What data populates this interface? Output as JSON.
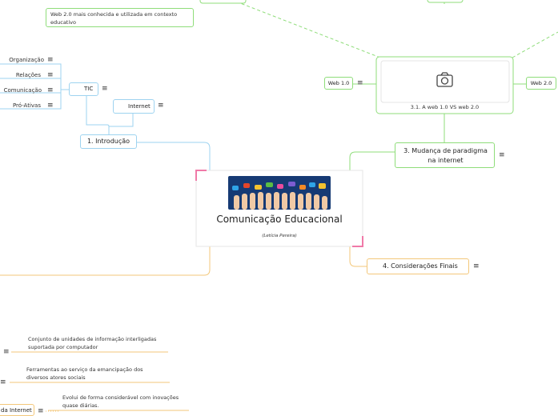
{
  "central": {
    "title": "Comunicação Educacional",
    "subtitle": "(Letícia Pereira)",
    "image_icon": "speech-bubbles-fingers-image"
  },
  "intro": {
    "title": "1. Introdução",
    "tic": {
      "label": "TIC",
      "icon": "monitor-icon"
    },
    "internet": {
      "label": "Internet",
      "icon": "mouse-icon"
    },
    "tic_children": [
      "Organização",
      "Relações",
      "Comunicação",
      "Pró-Ativas"
    ]
  },
  "web": {
    "node_label": "3.1. A web 1.0 VS web 2.0",
    "image_icon": "camera-icon",
    "web10": "Web 1.0",
    "web20": "Web 2.0",
    "note": "Web 2.0 mais conhecida e utilizada em contexto educativo"
  },
  "paradigm": {
    "title": "3. Mudança de paradigma na internet"
  },
  "final": {
    "title": "4. Considerações Finais",
    "icon": "pencil-icon"
  },
  "bottom": {
    "note1": "Conjunto de unidades de informação interligadas suportada por computador",
    "note2": "Ferramentas ao serviço da emancipação dos diversos atores sociais",
    "note3": "Evolui de forma considerável com inovações quase diárias.",
    "partial_node": "da Internet"
  },
  "colors": {
    "blue": "#9ed3f0",
    "green": "#8fdd7a",
    "orange": "#f3c77a",
    "pink": "#f07aa8"
  }
}
